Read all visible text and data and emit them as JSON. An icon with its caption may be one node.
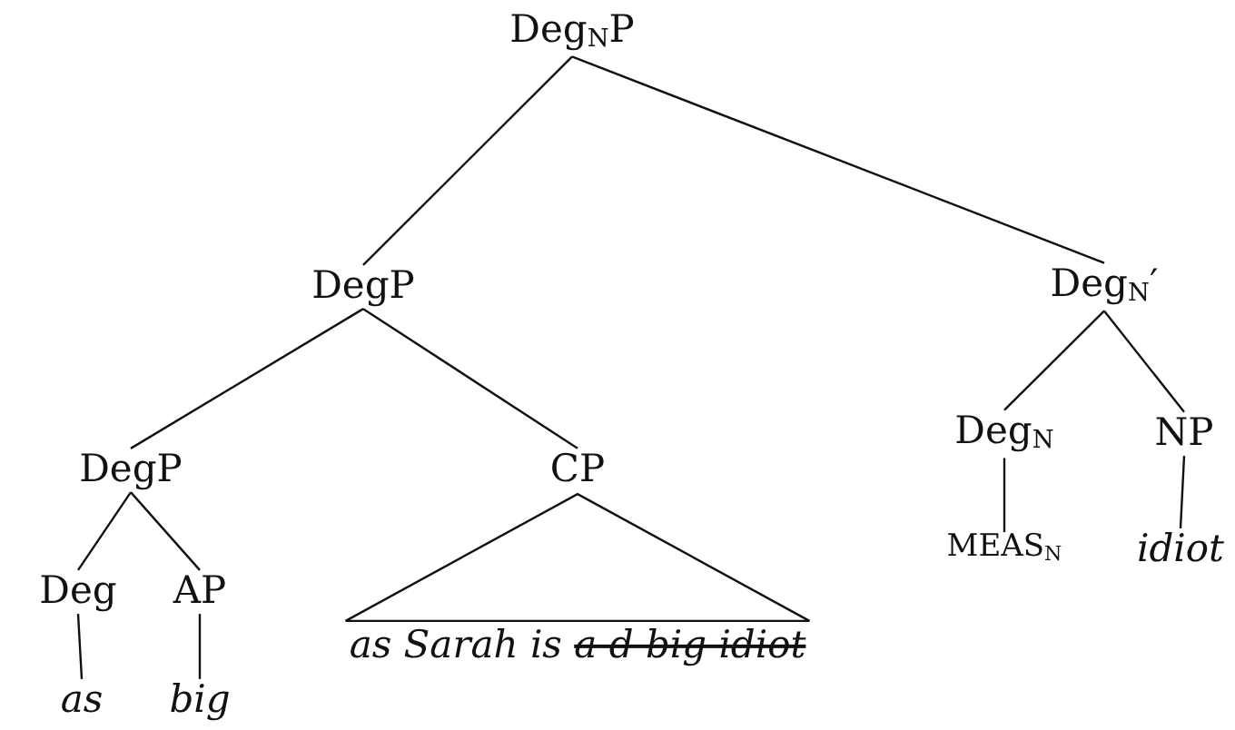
{
  "diagram": {
    "nodes": [
      {
        "text": [
          "Deg$_{N}$P"
        ]
      },
      {
        "text": [
          "DegP"
        ]
      },
      {
        "text": [
          "Deg$_{N}$′"
        ]
      },
      {
        "text": [
          "DegP"
        ]
      },
      {
        "text": [
          "CP"
        ]
      },
      {
        "text": [
          "Deg$_{N}$"
        ]
      },
      {
        "text": [
          "NP"
        ]
      },
      {
        "text": [
          "Deg"
        ]
      },
      {
        "text": [
          "AP"
        ]
      },
      {
        "text": [
          "as Sarah is",
          "a d big idiot"
        ]
      },
      {
        "text": [
          "MEAS$_{N}$"
        ]
      },
      {
        "text": [
          "idiot"
        ]
      },
      {
        "text": [
          "as"
        ]
      },
      {
        "text": [
          "big"
        ]
      }
    ],
    "edges": [
      {
        "from": 0,
        "to": 1,
        "arrow": "none"
      },
      {
        "from": 0,
        "to": 2,
        "arrow": "none"
      },
      {
        "from": 1,
        "to": 3,
        "arrow": "none"
      },
      {
        "from": 1,
        "to": 4,
        "arrow": "none"
      },
      {
        "from": 2,
        "to": 5,
        "arrow": "none"
      },
      {
        "from": 2,
        "to": 6,
        "arrow": "none"
      },
      {
        "from": 3,
        "to": 7,
        "arrow": "none"
      },
      {
        "from": 3,
        "to": 8,
        "arrow": "none"
      },
      {
        "from": 4,
        "to": 9,
        "arrow": "none"
      },
      {
        "from": 5,
        "to": 10,
        "arrow": "none"
      },
      {
        "from": 6,
        "to": 11,
        "arrow": "none"
      },
      {
        "from": 7,
        "to": 12,
        "arrow": "none"
      },
      {
        "from": 8,
        "to": 13,
        "arrow": "none"
      }
    ]
  }
}
